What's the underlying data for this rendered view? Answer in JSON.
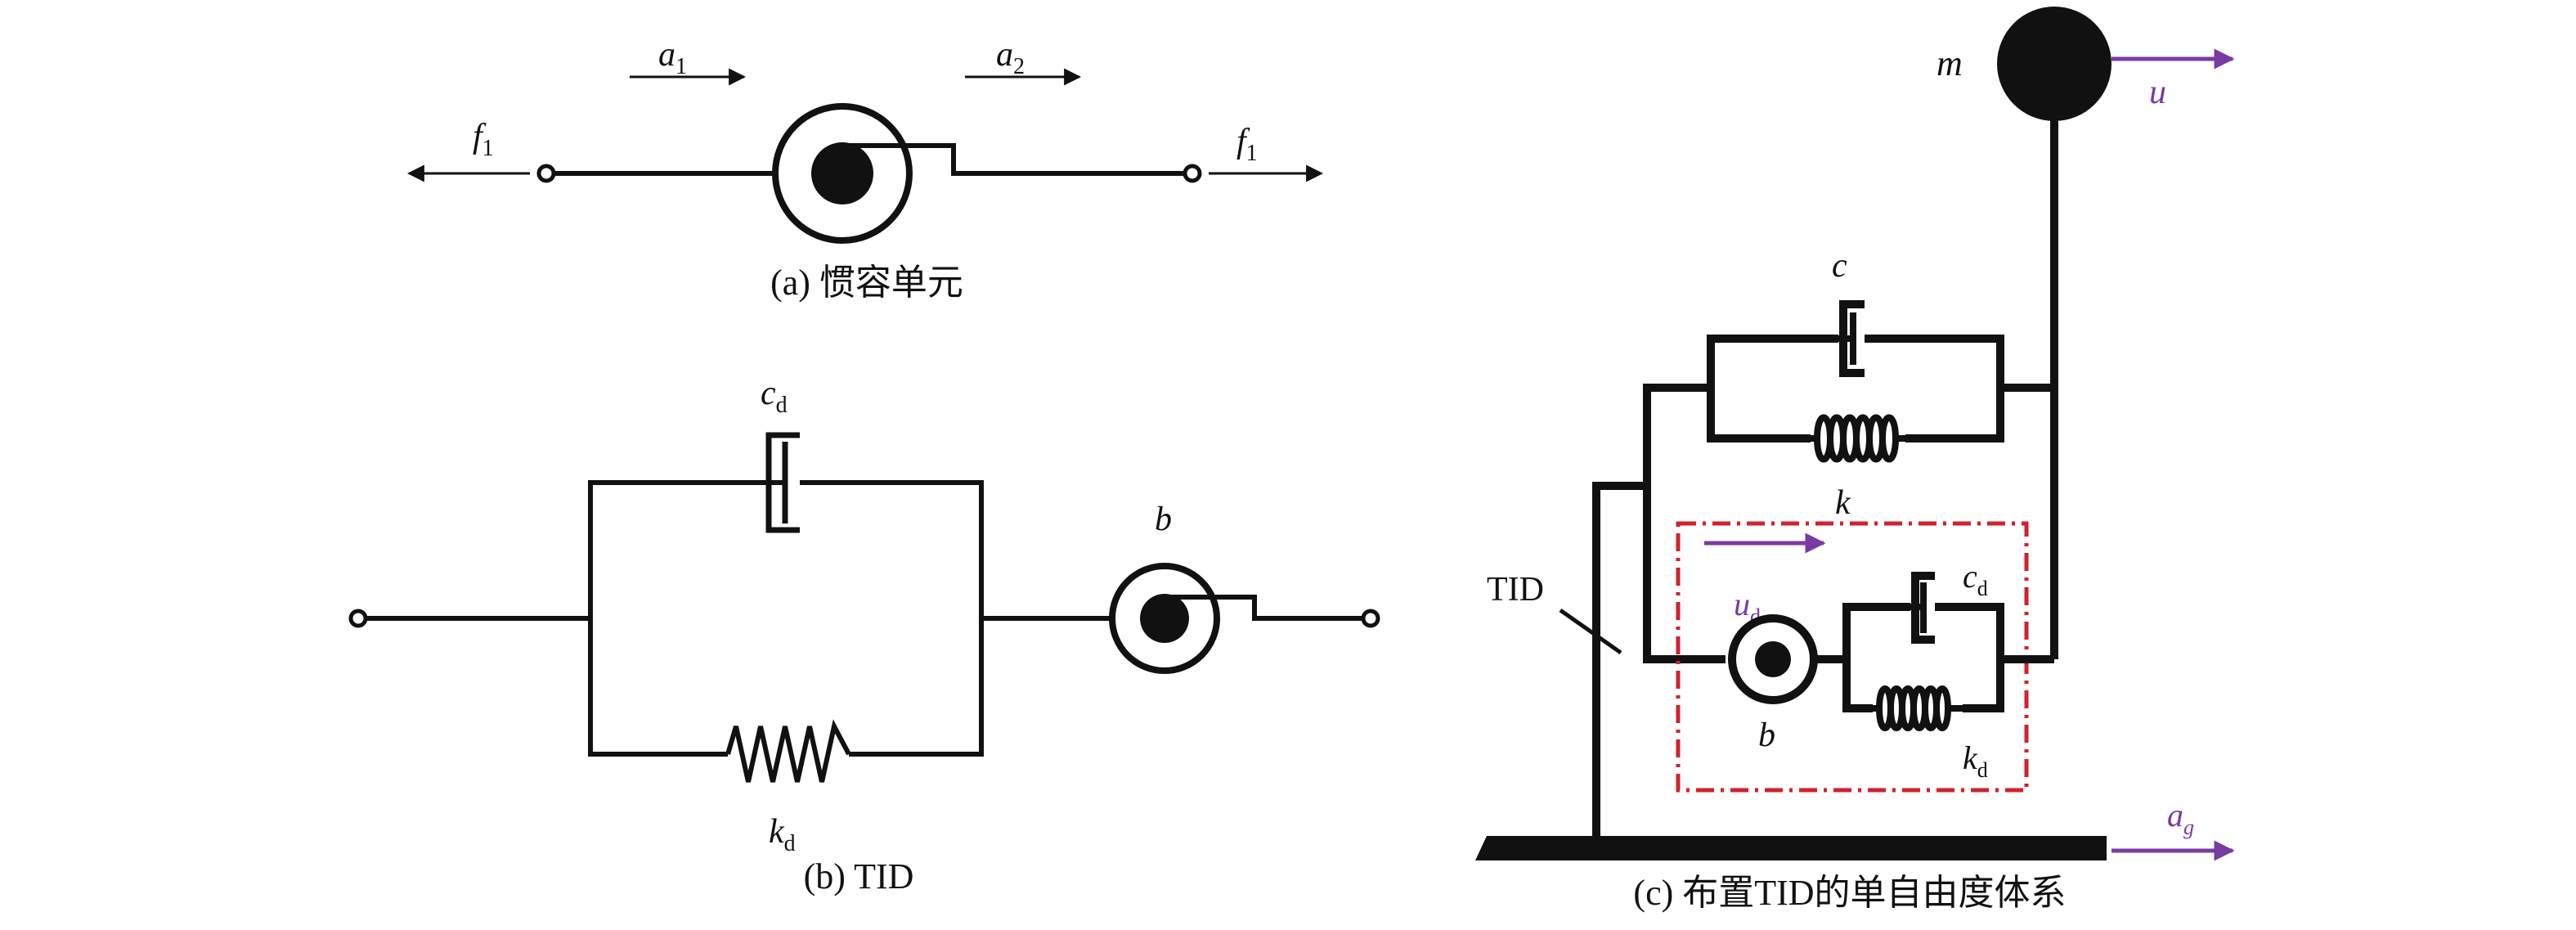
{
  "panel_a": {
    "caption": "(a) 惯容单元",
    "a1": "a",
    "a1_sub": "1",
    "a2": "a",
    "a2_sub": "2",
    "f_left": "f",
    "f_left_sub": "1",
    "f_right": "f",
    "f_right_sub": "1"
  },
  "panel_b": {
    "caption": "(b) TID",
    "cd": "c",
    "cd_sub": "d",
    "kd": "k",
    "kd_sub": "d",
    "b": "b"
  },
  "panel_c": {
    "caption": "(c) 布置TID的单自由度体系",
    "m": "m",
    "u": "u",
    "c": "c",
    "k": "k",
    "tid": "TID",
    "ud": "u",
    "ud_sub": "d",
    "cd": "c",
    "cd_sub": "d",
    "b": "b",
    "kd": "k",
    "kd_sub": "d",
    "ag": "a",
    "ag_sub": "g"
  },
  "colors": {
    "line": "#111111",
    "accent": "#7a3aa3",
    "box": "#d0222c"
  }
}
